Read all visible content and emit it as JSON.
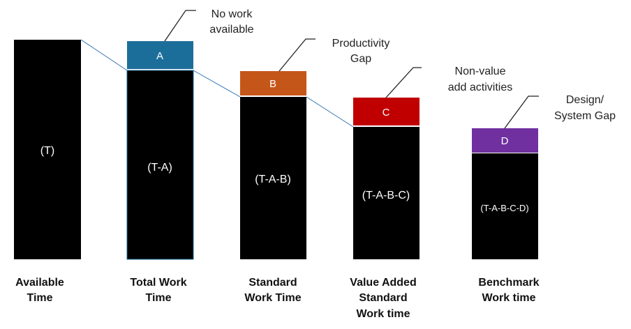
{
  "colors": {
    "bar": "#000000",
    "gap_a": "#1c6e9a",
    "gap_b": "#c5561a",
    "gap_c": "#c00000",
    "gap_d": "#7030a0",
    "connector": "#2e75b6"
  },
  "bars": [
    {
      "label": "(T)",
      "category": [
        "Available",
        "Time"
      ]
    },
    {
      "label": "(T-A)",
      "category": [
        "Total Work",
        "Time"
      ],
      "gap": "A",
      "annotation": [
        "No work",
        "available"
      ]
    },
    {
      "label": "(T-A-B)",
      "category": [
        "Standard",
        "Work Time"
      ],
      "gap": "B",
      "annotation": [
        "Productivity",
        "Gap"
      ]
    },
    {
      "label": "(T-A-B-C)",
      "category": [
        "Value Added",
        "Standard",
        "Work time"
      ],
      "gap": "C",
      "annotation": [
        "Non-value",
        "add activities"
      ]
    },
    {
      "label": "(T-A-B-C-D)",
      "category": [
        "Benchmark",
        "Work time"
      ],
      "gap": "D",
      "annotation": [
        "Design/",
        "System Gap"
      ]
    }
  ]
}
